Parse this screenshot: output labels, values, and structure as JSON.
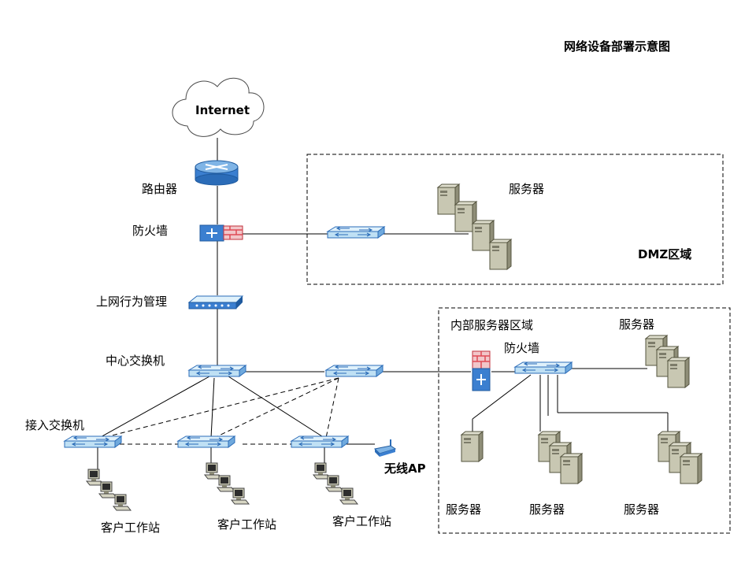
{
  "title": "网络设备部署示意图",
  "labels": {
    "internet": "Internet",
    "router": "路由器",
    "firewall": "防火墙",
    "behavior_mgmt": "上网行为管理",
    "core_switch": "中心交换机",
    "access_switch": "接入交换机",
    "dmz_server": "服务器",
    "dmz_zone": "DMZ区域",
    "internal_zone": "内部服务器区域",
    "internal_firewall": "防火墙",
    "internal_server_top": "服务器",
    "internal_server_1": "服务器",
    "internal_server_2": "服务器",
    "internal_server_3": "服务器",
    "workstation_1": "客户工作站",
    "workstation_2": "客户工作站",
    "workstation_3": "客户工作站",
    "wireless_ap": "无线AP"
  },
  "colors": {
    "device_blue": "#3b7fd0",
    "device_light": "#bfe0f4",
    "firewall_red": "#e04a55",
    "server_body": "#c8c7b2",
    "server_dark": "#7d7c6a",
    "line": "#000000"
  },
  "icons": [
    "cloud-icon",
    "router-icon",
    "firewall-icon",
    "switch-icon",
    "server-icon",
    "workstation-icon",
    "wireless-ap-icon"
  ]
}
